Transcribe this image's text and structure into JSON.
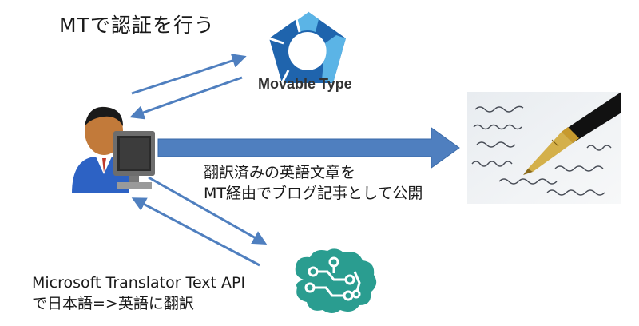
{
  "title": "MTで認証を行う",
  "movable_type": {
    "label": "Movable Type",
    "icon": "movable-type-logo",
    "colors": {
      "dark": "#1f64ad",
      "light": "#5bb4e6"
    }
  },
  "user": {
    "icon": "user-at-computer-icon"
  },
  "publish": {
    "line1": "翻訳済みの英語文章を",
    "line2": "MT経由でブログ記事として公開"
  },
  "translator": {
    "line1": "Microsoft Translator Text API",
    "line2": "で日本語=>英語に翻訳",
    "icon": "cognitive-services-brain-icon",
    "color": "#2a9d90"
  },
  "handwriting_image": {
    "icon": "fountain-pen-handwriting-photo"
  },
  "arrow_color": "#4f7fbf"
}
